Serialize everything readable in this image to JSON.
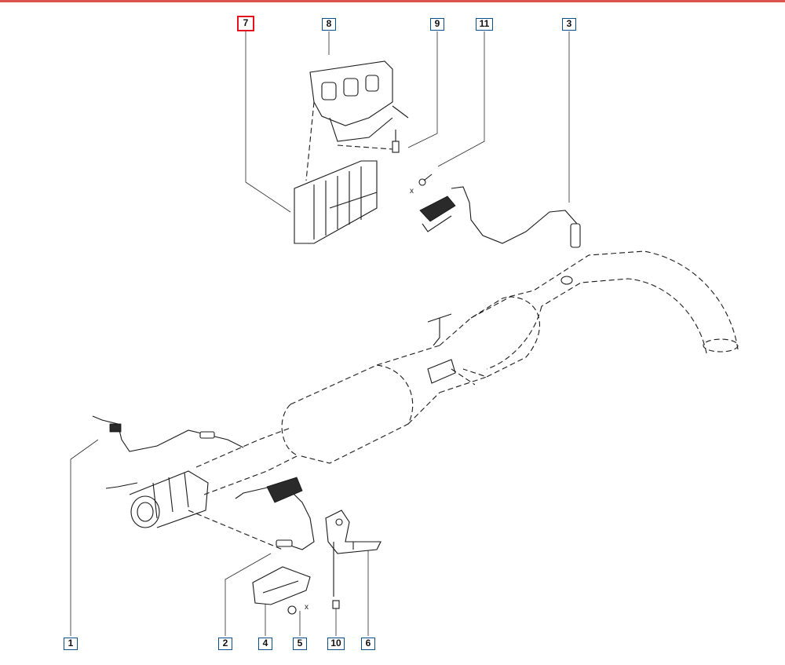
{
  "colors": {
    "callout_border": "#0a4f8a",
    "selected_border": "#e2131a",
    "top_rule": "#d9534f"
  },
  "selected_callout": "7",
  "callouts": {
    "c1": "1",
    "c2": "2",
    "c3": "3",
    "c4": "4",
    "c5": "5",
    "c6": "6",
    "c7": "7",
    "c8": "8",
    "c9": "9",
    "c10": "10",
    "c11": "11"
  },
  "marks": {
    "x": "x"
  }
}
